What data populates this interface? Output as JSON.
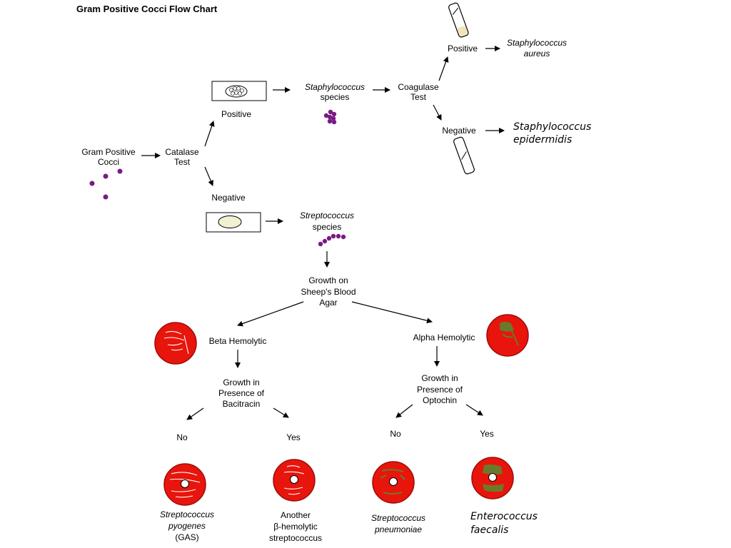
{
  "title": "Gram Positive Cocci Flow Chart",
  "colors": {
    "agar_red": "#e8150c",
    "agar_dark": "#9c0d08",
    "bacteria_purple": "#7a1a85",
    "alpha_green": "#6b7a2a",
    "colony_cream": "#f2f0d2"
  },
  "start": {
    "line1": "Gram Positive",
    "line2": "Cocci"
  },
  "catalase": {
    "line1": "Catalase",
    "line2": "Test"
  },
  "catalase_positive": "Positive",
  "catalase_negative": "Negative",
  "staph": {
    "line1": "Staphylococcus",
    "line2": "species"
  },
  "coagulase": {
    "line1": "Coagulase",
    "line2": "Test"
  },
  "coag_positive": "Positive",
  "coag_negative": "Negative",
  "staph_aureus": {
    "line1": "Staphylococcus",
    "line2": "aureus"
  },
  "staph_epidermidis": {
    "line1": "Staphylococcus",
    "line2": "epidermidis"
  },
  "strep": {
    "line1": "Streptococcus",
    "line2": "species"
  },
  "blood_agar": {
    "line1": "Growth on",
    "line2": "Sheep's Blood",
    "line3": "Agar"
  },
  "beta": "Beta Hemolytic",
  "alpha": "Alpha Hemolytic",
  "bacitracin": {
    "line1": "Growth in",
    "line2": "Presence of",
    "line3": "Bacitracin"
  },
  "optochin": {
    "line1": "Growth in",
    "line2": "Presence of",
    "line3": "Optochin"
  },
  "bac_no": "No",
  "bac_yes": "Yes",
  "opt_no": "No",
  "opt_yes": "Yes",
  "pyogenes": {
    "line1": "Streptococcus",
    "line2": "pyogenes",
    "line3": "(GAS)"
  },
  "another_beta": {
    "line1": "Another",
    "line2": "β-hemolytic",
    "line3": "streptococcus"
  },
  "pneumoniae": {
    "line1": "Streptococcus",
    "line2": "pneumoniae"
  },
  "faecalis": {
    "line1": "Enterococcus",
    "line2": "faecalis"
  }
}
